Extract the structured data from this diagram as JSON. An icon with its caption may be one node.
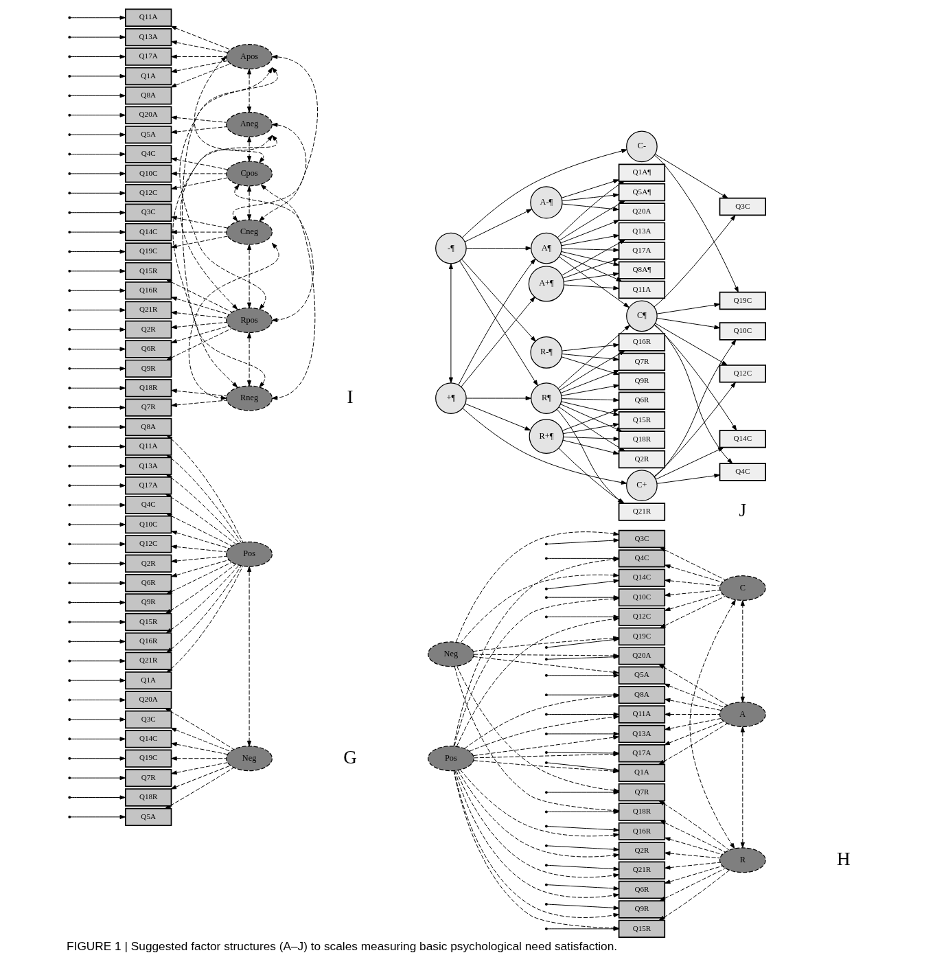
{
  "diagram": {
    "caption": "FIGURE 1 | Suggested factor structures (A–J) to scales measuring basic psychological need satisfaction.",
    "nodes": [
      {
        "text": [
          "Q1A"
        ]
      },
      {
        "text": [
          "Q5A"
        ]
      },
      {
        "text": [
          "Q8A"
        ]
      },
      {
        "text": [
          "Q11A"
        ]
      },
      {
        "text": [
          "Q13A"
        ]
      },
      {
        "text": [
          "Q17A"
        ]
      },
      {
        "text": [
          "Q20A"
        ]
      },
      {
        "text": [
          "Q3C"
        ]
      },
      {
        "text": [
          "Q4C"
        ]
      },
      {
        "text": [
          "Q10C"
        ]
      },
      {
        "text": [
          "Q12C"
        ]
      },
      {
        "text": [
          "Q14C"
        ]
      },
      {
        "text": [
          "Q19C"
        ]
      },
      {
        "text": [
          "Q2R"
        ]
      },
      {
        "text": [
          "Q6R"
        ]
      },
      {
        "text": [
          "Q7R"
        ]
      },
      {
        "text": [
          "Q9R"
        ]
      },
      {
        "text": [
          "Q15R"
        ]
      },
      {
        "text": [
          "Q16R"
        ]
      },
      {
        "text": [
          "Q18R"
        ]
      },
      {
        "text": [
          "Q21R"
        ]
      },
      {
        "text": [
          "Pos"
        ]
      },
      {
        "text": [
          "Neg"
        ]
      },
      {
        "text": [
          "Pos"
        ]
      },
      {
        "text": [
          "Neg"
        ]
      },
      {
        "text": [
          "Q1A"
        ]
      },
      {
        "text": [
          "Q5A"
        ]
      },
      {
        "text": [
          "Q8A"
        ]
      },
      {
        "text": [
          "Q11A"
        ]
      },
      {
        "text": [
          "Q13A"
        ]
      },
      {
        "text": [
          "Q17A"
        ]
      },
      {
        "text": [
          "Q20A"
        ]
      },
      {
        "text": [
          "Q3C"
        ]
      },
      {
        "text": [
          "Q4C"
        ]
      },
      {
        "text": [
          "Q10C"
        ]
      },
      {
        "text": [
          "Q12C"
        ]
      },
      {
        "text": [
          "Q14C"
        ]
      },
      {
        "text": [
          "Q19C"
        ]
      },
      {
        "text": [
          "Q2R"
        ]
      },
      {
        "text": [
          "Q6R"
        ]
      },
      {
        "text": [
          "Q7R"
        ]
      },
      {
        "text": [
          "Q9R"
        ]
      },
      {
        "text": [
          "Q15R"
        ]
      },
      {
        "text": [
          "Q16R"
        ]
      },
      {
        "text": [
          "Q18R"
        ]
      },
      {
        "text": [
          "Q21R"
        ]
      },
      {
        "text": [
          "A"
        ]
      },
      {
        "text": [
          "C"
        ]
      },
      {
        "text": [
          "R"
        ]
      },
      {
        "text": [
          "Q1A"
        ]
      },
      {
        "text": [
          "Q5A"
        ]
      },
      {
        "text": [
          "Q8A"
        ]
      },
      {
        "text": [
          "Q11A"
        ]
      },
      {
        "text": [
          "Q13A"
        ]
      },
      {
        "text": [
          "Q17A"
        ]
      },
      {
        "text": [
          "Q20A"
        ]
      },
      {
        "text": [
          "Q3C"
        ]
      },
      {
        "text": [
          "Q4C"
        ]
      },
      {
        "text": [
          "Q10C"
        ]
      },
      {
        "text": [
          "Q12C"
        ]
      },
      {
        "text": [
          "Q14C"
        ]
      },
      {
        "text": [
          "Q19C"
        ]
      },
      {
        "text": [
          "Q2R"
        ]
      },
      {
        "text": [
          "Q6R"
        ]
      },
      {
        "text": [
          "Q7R"
        ]
      },
      {
        "text": [
          "Q9R"
        ]
      },
      {
        "text": [
          "Q15R"
        ]
      },
      {
        "text": [
          "Q16R"
        ]
      },
      {
        "text": [
          "Q18R"
        ]
      },
      {
        "text": [
          "Q21R"
        ]
      },
      {
        "text": [
          "Apos"
        ]
      },
      {
        "text": [
          "Aneg"
        ]
      },
      {
        "text": [
          "Cpos"
        ]
      },
      {
        "text": [
          "Cneg"
        ]
      },
      {
        "text": [
          "Rpos"
        ]
      },
      {
        "text": [
          "Rneg"
        ]
      },
      {
        "text": [
          "+¶"
        ]
      },
      {
        "text": [
          "-¶"
        ]
      },
      {
        "text": [
          "A¶"
        ]
      },
      {
        "text": [
          "C¶"
        ]
      },
      {
        "text": [
          "R¶"
        ]
      },
      {
        "text": [
          "A+¶"
        ]
      },
      {
        "text": [
          "A-¶"
        ]
      },
      {
        "text": [
          "C+"
        ]
      },
      {
        "text": [
          "C-"
        ]
      },
      {
        "text": [
          "R+¶"
        ]
      },
      {
        "text": [
          "R-¶"
        ]
      },
      {
        "text": [
          "Q1A¶"
        ]
      },
      {
        "text": [
          "Q5A¶"
        ]
      },
      {
        "text": [
          "Q8A¶"
        ]
      },
      {
        "text": [
          "Q11A"
        ]
      },
      {
        "text": [
          "Q13A"
        ]
      },
      {
        "text": [
          "Q17A"
        ]
      },
      {
        "text": [
          "Q20A"
        ]
      },
      {
        "text": [
          "Q3C"
        ]
      },
      {
        "text": [
          "Q4C"
        ]
      },
      {
        "text": [
          "Q10C"
        ]
      },
      {
        "text": [
          "Q12C"
        ]
      },
      {
        "text": [
          "Q14C"
        ]
      },
      {
        "text": [
          "Q19C"
        ]
      },
      {
        "text": [
          "Q2R"
        ]
      },
      {
        "text": [
          "Q6R"
        ]
      },
      {
        "text": [
          "Q7R"
        ]
      },
      {
        "text": [
          "Q9R"
        ]
      },
      {
        "text": [
          "Q15R"
        ]
      },
      {
        "text": [
          "Q16R"
        ]
      },
      {
        "text": [
          "Q18R"
        ]
      },
      {
        "text": [
          "Q21R"
        ]
      }
    ],
    "edges": [
      {
        "from": 21,
        "to": 0,
        "arrow": "to",
        "style": "dashed"
      },
      {
        "from": 22,
        "to": 1,
        "arrow": "to",
        "style": "dashed"
      },
      {
        "from": 21,
        "to": 2,
        "arrow": "to",
        "style": "dashed"
      },
      {
        "from": 21,
        "to": 3,
        "arrow": "to",
        "style": "dashed"
      },
      {
        "from": 21,
        "to": 4,
        "arrow": "to",
        "style": "dashed"
      },
      {
        "from": 21,
        "to": 5,
        "arrow": "to",
        "style": "dashed"
      },
      {
        "from": 22,
        "to": 6,
        "arrow": "to",
        "style": "dashed"
      },
      {
        "from": 22,
        "to": 7,
        "arrow": "to",
        "style": "dashed"
      },
      {
        "from": 21,
        "to": 8,
        "arrow": "to",
        "style": "dashed"
      },
      {
        "from": 21,
        "to": 9,
        "arrow": "to",
        "style": "dashed"
      },
      {
        "from": 21,
        "to": 10,
        "arrow": "to",
        "style": "dashed"
      },
      {
        "from": 22,
        "to": 11,
        "arrow": "to",
        "style": "dashed"
      },
      {
        "from": 22,
        "to": 12,
        "arrow": "to",
        "style": "dashed"
      },
      {
        "from": 21,
        "to": 13,
        "arrow": "to",
        "style": "dashed"
      },
      {
        "from": 21,
        "to": 14,
        "arrow": "to",
        "style": "dashed"
      },
      {
        "from": 22,
        "to": 15,
        "arrow": "to",
        "style": "dashed"
      },
      {
        "from": 21,
        "to": 16,
        "arrow": "to",
        "style": "dashed"
      },
      {
        "from": 21,
        "to": 17,
        "arrow": "to",
        "style": "dashed"
      },
      {
        "from": 21,
        "to": 18,
        "arrow": "to",
        "style": "dashed"
      },
      {
        "from": 22,
        "to": 19,
        "arrow": "to",
        "style": "dashed"
      },
      {
        "from": 21,
        "to": 20,
        "arrow": "to",
        "style": "dashed"
      },
      {
        "from": 21,
        "to": 22,
        "arrow": "both",
        "style": "dashed"
      },
      {
        "from": null,
        "to": 0,
        "arrow": "to"
      },
      {
        "from": null,
        "to": 1,
        "arrow": "to"
      },
      {
        "from": null,
        "to": 2,
        "arrow": "to"
      },
      {
        "from": null,
        "to": 3,
        "arrow": "to"
      },
      {
        "from": null,
        "to": 4,
        "arrow": "to"
      },
      {
        "from": null,
        "to": 5,
        "arrow": "to"
      },
      {
        "from": null,
        "to": 6,
        "arrow": "to"
      },
      {
        "from": null,
        "to": 7,
        "arrow": "to"
      },
      {
        "from": null,
        "to": 8,
        "arrow": "to"
      },
      {
        "from": null,
        "to": 9,
        "arrow": "to"
      },
      {
        "from": null,
        "to": 10,
        "arrow": "to"
      },
      {
        "from": null,
        "to": 11,
        "arrow": "to"
      },
      {
        "from": null,
        "to": 12,
        "arrow": "to"
      },
      {
        "from": null,
        "to": 13,
        "arrow": "to"
      },
      {
        "from": null,
        "to": 14,
        "arrow": "to"
      },
      {
        "from": null,
        "to": 15,
        "arrow": "to"
      },
      {
        "from": null,
        "to": 16,
        "arrow": "to"
      },
      {
        "from": null,
        "to": 17,
        "arrow": "to"
      },
      {
        "from": null,
        "to": 18,
        "arrow": "to"
      },
      {
        "from": null,
        "to": 19,
        "arrow": "to"
      },
      {
        "from": null,
        "to": 20,
        "arrow": "to"
      },
      {
        "from": 23,
        "to": 25,
        "arrow": "to",
        "style": "dashed"
      },
      {
        "from": 24,
        "to": 26,
        "arrow": "to",
        "style": "dashed"
      },
      {
        "from": 23,
        "to": 27,
        "arrow": "to",
        "style": "dashed"
      },
      {
        "from": 23,
        "to": 28,
        "arrow": "to",
        "style": "dashed"
      },
      {
        "from": 23,
        "to": 29,
        "arrow": "to",
        "style": "dashed"
      },
      {
        "from": 23,
        "to": 30,
        "arrow": "to",
        "style": "dashed"
      },
      {
        "from": 24,
        "to": 31,
        "arrow": "to",
        "style": "dashed"
      },
      {
        "from": 24,
        "to": 32,
        "arrow": "to",
        "style": "dashed"
      },
      {
        "from": 23,
        "to": 33,
        "arrow": "to",
        "style": "dashed"
      },
      {
        "from": 23,
        "to": 34,
        "arrow": "to",
        "style": "dashed"
      },
      {
        "from": 23,
        "to": 35,
        "arrow": "to",
        "style": "dashed"
      },
      {
        "from": 24,
        "to": 36,
        "arrow": "to",
        "style": "dashed"
      },
      {
        "from": 24,
        "to": 37,
        "arrow": "to",
        "style": "dashed"
      },
      {
        "from": 23,
        "to": 38,
        "arrow": "to",
        "style": "dashed"
      },
      {
        "from": 23,
        "to": 39,
        "arrow": "to",
        "style": "dashed"
      },
      {
        "from": 24,
        "to": 40,
        "arrow": "to",
        "style": "dashed"
      },
      {
        "from": 23,
        "to": 41,
        "arrow": "to",
        "style": "dashed"
      },
      {
        "from": 23,
        "to": 42,
        "arrow": "to",
        "style": "dashed"
      },
      {
        "from": 23,
        "to": 43,
        "arrow": "to",
        "style": "dashed"
      },
      {
        "from": 24,
        "to": 44,
        "arrow": "to",
        "style": "dashed"
      },
      {
        "from": 23,
        "to": 45,
        "arrow": "to",
        "style": "dashed"
      },
      {
        "from": 46,
        "to": 25,
        "arrow": "to",
        "style": "dashed"
      },
      {
        "from": 46,
        "to": 26,
        "arrow": "to",
        "style": "dashed"
      },
      {
        "from": 46,
        "to": 27,
        "arrow": "to",
        "style": "dashed"
      },
      {
        "from": 46,
        "to": 28,
        "arrow": "to",
        "style": "dashed"
      },
      {
        "from": 46,
        "to": 29,
        "arrow": "to",
        "style": "dashed"
      },
      {
        "from": 46,
        "to": 30,
        "arrow": "to",
        "style": "dashed"
      },
      {
        "from": 46,
        "to": 31,
        "arrow": "to",
        "style": "dashed"
      },
      {
        "from": 47,
        "to": 32,
        "arrow": "to",
        "style": "dashed"
      },
      {
        "from": 47,
        "to": 33,
        "arrow": "to",
        "style": "dashed"
      },
      {
        "from": 47,
        "to": 34,
        "arrow": "to",
        "style": "dashed"
      },
      {
        "from": 47,
        "to": 35,
        "arrow": "to",
        "style": "dashed"
      },
      {
        "from": 47,
        "to": 36,
        "arrow": "to",
        "style": "dashed"
      },
      {
        "from": 47,
        "to": 37,
        "arrow": "to",
        "style": "dashed"
      },
      {
        "from": 48,
        "to": 38,
        "arrow": "to",
        "style": "dashed"
      },
      {
        "from": 48,
        "to": 39,
        "arrow": "to",
        "style": "dashed"
      },
      {
        "from": 48,
        "to": 40,
        "arrow": "to",
        "style": "dashed"
      },
      {
        "from": 48,
        "to": 41,
        "arrow": "to",
        "style": "dashed"
      },
      {
        "from": 48,
        "to": 42,
        "arrow": "to",
        "style": "dashed"
      },
      {
        "from": 48,
        "to": 43,
        "arrow": "to",
        "style": "dashed"
      },
      {
        "from": 48,
        "to": 44,
        "arrow": "to",
        "style": "dashed"
      },
      {
        "from": 48,
        "to": 45,
        "arrow": "to",
        "style": "dashed"
      },
      {
        "from": 46,
        "to": 47,
        "arrow": "both",
        "style": "dashed"
      },
      {
        "from": 47,
        "to": 48,
        "arrow": "both",
        "style": "dashed"
      },
      {
        "from": 46,
        "to": 48,
        "arrow": "both",
        "style": "dashed"
      },
      {
        "from": null,
        "to": 25,
        "arrow": "to"
      },
      {
        "from": null,
        "to": 26,
        "arrow": "to"
      },
      {
        "from": null,
        "to": 27,
        "arrow": "to"
      },
      {
        "from": null,
        "to": 28,
        "arrow": "to"
      },
      {
        "from": null,
        "to": 29,
        "arrow": "to"
      },
      {
        "from": null,
        "to": 30,
        "arrow": "to"
      },
      {
        "from": null,
        "to": 31,
        "arrow": "to"
      },
      {
        "from": null,
        "to": 32,
        "arrow": "to"
      },
      {
        "from": null,
        "to": 33,
        "arrow": "to"
      },
      {
        "from": null,
        "to": 34,
        "arrow": "to"
      },
      {
        "from": null,
        "to": 35,
        "arrow": "to"
      },
      {
        "from": null,
        "to": 36,
        "arrow": "to"
      },
      {
        "from": null,
        "to": 37,
        "arrow": "to"
      },
      {
        "from": null,
        "to": 38,
        "arrow": "to"
      },
      {
        "from": null,
        "to": 39,
        "arrow": "to"
      },
      {
        "from": null,
        "to": 40,
        "arrow": "to"
      },
      {
        "from": null,
        "to": 41,
        "arrow": "to"
      },
      {
        "from": null,
        "to": 42,
        "arrow": "to"
      },
      {
        "from": null,
        "to": 43,
        "arrow": "to"
      },
      {
        "from": null,
        "to": 44,
        "arrow": "to"
      },
      {
        "from": null,
        "to": 45,
        "arrow": "to"
      },
      {
        "from": 70,
        "to": 49,
        "arrow": "to",
        "style": "dashed"
      },
      {
        "from": 71,
        "to": 50,
        "arrow": "to",
        "style": "dashed"
      },
      {
        "from": 70,
        "to": 51,
        "arrow": "to",
        "style": "dashed"
      },
      {
        "from": 70,
        "to": 52,
        "arrow": "to",
        "style": "dashed"
      },
      {
        "from": 70,
        "to": 53,
        "arrow": "to",
        "style": "dashed"
      },
      {
        "from": 70,
        "to": 54,
        "arrow": "to",
        "style": "dashed"
      },
      {
        "from": 71,
        "to": 55,
        "arrow": "to",
        "style": "dashed"
      },
      {
        "from": 73,
        "to": 56,
        "arrow": "to",
        "style": "dashed"
      },
      {
        "from": 72,
        "to": 57,
        "arrow": "to",
        "style": "dashed"
      },
      {
        "from": 72,
        "to": 58,
        "arrow": "to",
        "style": "dashed"
      },
      {
        "from": 72,
        "to": 59,
        "arrow": "to",
        "style": "dashed"
      },
      {
        "from": 73,
        "to": 60,
        "arrow": "to",
        "style": "dashed"
      },
      {
        "from": 73,
        "to": 61,
        "arrow": "to",
        "style": "dashed"
      },
      {
        "from": 74,
        "to": 62,
        "arrow": "to",
        "style": "dashed"
      },
      {
        "from": 74,
        "to": 63,
        "arrow": "to",
        "style": "dashed"
      },
      {
        "from": 75,
        "to": 64,
        "arrow": "to",
        "style": "dashed"
      },
      {
        "from": 74,
        "to": 65,
        "arrow": "to",
        "style": "dashed"
      },
      {
        "from": 74,
        "to": 66,
        "arrow": "to",
        "style": "dashed"
      },
      {
        "from": 74,
        "to": 67,
        "arrow": "to",
        "style": "dashed"
      },
      {
        "from": 75,
        "to": 68,
        "arrow": "to",
        "style": "dashed"
      },
      {
        "from": 74,
        "to": 69,
        "arrow": "to",
        "style": "dashed"
      },
      {
        "from": 70,
        "to": 71,
        "arrow": "both",
        "style": "dashed"
      },
      {
        "from": 70,
        "to": 72,
        "arrow": "both",
        "style": "dashed"
      },
      {
        "from": 70,
        "to": 73,
        "arrow": "both",
        "style": "dashed"
      },
      {
        "from": 70,
        "to": 74,
        "arrow": "both",
        "style": "dashed"
      },
      {
        "from": 70,
        "to": 75,
        "arrow": "both",
        "style": "dashed"
      },
      {
        "from": 71,
        "to": 72,
        "arrow": "both",
        "style": "dashed"
      },
      {
        "from": 71,
        "to": 73,
        "arrow": "both",
        "style": "dashed"
      },
      {
        "from": 71,
        "to": 74,
        "arrow": "both",
        "style": "dashed"
      },
      {
        "from": 71,
        "to": 75,
        "arrow": "both",
        "style": "dashed"
      },
      {
        "from": 72,
        "to": 73,
        "arrow": "both",
        "style": "dashed"
      },
      {
        "from": 72,
        "to": 74,
        "arrow": "both",
        "style": "dashed"
      },
      {
        "from": 72,
        "to": 75,
        "arrow": "both",
        "style": "dashed"
      },
      {
        "from": 73,
        "to": 74,
        "arrow": "both",
        "style": "dashed"
      },
      {
        "from": 73,
        "to": 75,
        "arrow": "both",
        "style": "dashed"
      },
      {
        "from": 74,
        "to": 75,
        "arrow": "both",
        "style": "dashed"
      },
      {
        "from": null,
        "to": 49,
        "arrow": "to"
      },
      {
        "from": null,
        "to": 50,
        "arrow": "to"
      },
      {
        "from": null,
        "to": 51,
        "arrow": "to"
      },
      {
        "from": null,
        "to": 52,
        "arrow": "to"
      },
      {
        "from": null,
        "to": 53,
        "arrow": "to"
      },
      {
        "from": null,
        "to": 54,
        "arrow": "to"
      },
      {
        "from": null,
        "to": 55,
        "arrow": "to"
      },
      {
        "from": null,
        "to": 56,
        "arrow": "to"
      },
      {
        "from": null,
        "to": 57,
        "arrow": "to"
      },
      {
        "from": null,
        "to": 58,
        "arrow": "to"
      },
      {
        "from": null,
        "to": 59,
        "arrow": "to"
      },
      {
        "from": null,
        "to": 60,
        "arrow": "to"
      },
      {
        "from": null,
        "to": 61,
        "arrow": "to"
      },
      {
        "from": null,
        "to": 62,
        "arrow": "to"
      },
      {
        "from": null,
        "to": 63,
        "arrow": "to"
      },
      {
        "from": null,
        "to": 64,
        "arrow": "to"
      },
      {
        "from": null,
        "to": 65,
        "arrow": "to"
      },
      {
        "from": null,
        "to": 66,
        "arrow": "to"
      },
      {
        "from": null,
        "to": 67,
        "arrow": "to"
      },
      {
        "from": null,
        "to": 68,
        "arrow": "to"
      },
      {
        "from": null,
        "to": 69,
        "arrow": "to"
      },
      {
        "from": 76,
        "to": 77,
        "arrow": "both"
      },
      {
        "from": 76,
        "to": 78,
        "arrow": "to"
      },
      {
        "from": 76,
        "to": 81,
        "arrow": "to"
      },
      {
        "from": 76,
        "to": 83,
        "arrow": "to"
      },
      {
        "from": 76,
        "to": 85,
        "arrow": "to"
      },
      {
        "from": 76,
        "to": 80,
        "arrow": "to"
      },
      {
        "from": 77,
        "to": 78,
        "arrow": "to"
      },
      {
        "from": 77,
        "to": 82,
        "arrow": "to"
      },
      {
        "from": 77,
        "to": 84,
        "arrow": "to"
      },
      {
        "from": 77,
        "to": 86,
        "arrow": "to"
      },
      {
        "from": 77,
        "to": 80,
        "arrow": "to"
      },
      {
        "from": 78,
        "to": 79,
        "arrow": "to"
      },
      {
        "from": 80,
        "to": 79,
        "arrow": "to"
      },
      {
        "from": 78,
        "to": 87,
        "arrow": "to"
      },
      {
        "from": 78,
        "to": 88,
        "arrow": "to"
      },
      {
        "from": 78,
        "to": 89,
        "arrow": "to"
      },
      {
        "from": 78,
        "to": 90,
        "arrow": "to"
      },
      {
        "from": 78,
        "to": 91,
        "arrow": "to"
      },
      {
        "from": 78,
        "to": 92,
        "arrow": "to"
      },
      {
        "from": 78,
        "to": 93,
        "arrow": "to"
      },
      {
        "from": 79,
        "to": 94,
        "arrow": "to"
      },
      {
        "from": 79,
        "to": 95,
        "arrow": "to"
      },
      {
        "from": 79,
        "to": 96,
        "arrow": "to"
      },
      {
        "from": 79,
        "to": 97,
        "arrow": "to"
      },
      {
        "from": 79,
        "to": 98,
        "arrow": "to"
      },
      {
        "from": 79,
        "to": 99,
        "arrow": "to"
      },
      {
        "from": 80,
        "to": 100,
        "arrow": "to"
      },
      {
        "from": 80,
        "to": 101,
        "arrow": "to"
      },
      {
        "from": 80,
        "to": 102,
        "arrow": "to"
      },
      {
        "from": 80,
        "to": 103,
        "arrow": "to"
      },
      {
        "from": 80,
        "to": 104,
        "arrow": "to"
      },
      {
        "from": 80,
        "to": 105,
        "arrow": "to"
      },
      {
        "from": 80,
        "to": 106,
        "arrow": "to"
      },
      {
        "from": 80,
        "to": 107,
        "arrow": "to"
      },
      {
        "from": 81,
        "to": 89,
        "arrow": "to"
      },
      {
        "from": 81,
        "to": 90,
        "arrow": "to"
      },
      {
        "from": 81,
        "to": 91,
        "arrow": "to"
      },
      {
        "from": 81,
        "to": 92,
        "arrow": "to"
      },
      {
        "from": 82,
        "to": 87,
        "arrow": "to"
      },
      {
        "from": 82,
        "to": 88,
        "arrow": "to"
      },
      {
        "from": 82,
        "to": 93,
        "arrow": "to"
      },
      {
        "from": 83,
        "to": 95,
        "arrow": "to"
      },
      {
        "from": 83,
        "to": 96,
        "arrow": "to"
      },
      {
        "from": 83,
        "to": 97,
        "arrow": "to"
      },
      {
        "from": 83,
        "to": 98,
        "arrow": "to"
      },
      {
        "from": 84,
        "to": 94,
        "arrow": "to"
      },
      {
        "from": 84,
        "to": 99,
        "arrow": "to"
      },
      {
        "from": 85,
        "to": 100,
        "arrow": "to"
      },
      {
        "from": 85,
        "to": 101,
        "arrow": "to"
      },
      {
        "from": 85,
        "to": 104,
        "arrow": "to"
      },
      {
        "from": 85,
        "to": 106,
        "arrow": "to"
      },
      {
        "from": 85,
        "to": 107,
        "arrow": "to"
      },
      {
        "from": 86,
        "to": 102,
        "arrow": "to"
      },
      {
        "from": 86,
        "to": 103,
        "arrow": "to"
      },
      {
        "from": 86,
        "to": 105,
        "arrow": "to"
      }
    ],
    "labels": [
      "G",
      "H",
      "I",
      "J"
    ]
  }
}
